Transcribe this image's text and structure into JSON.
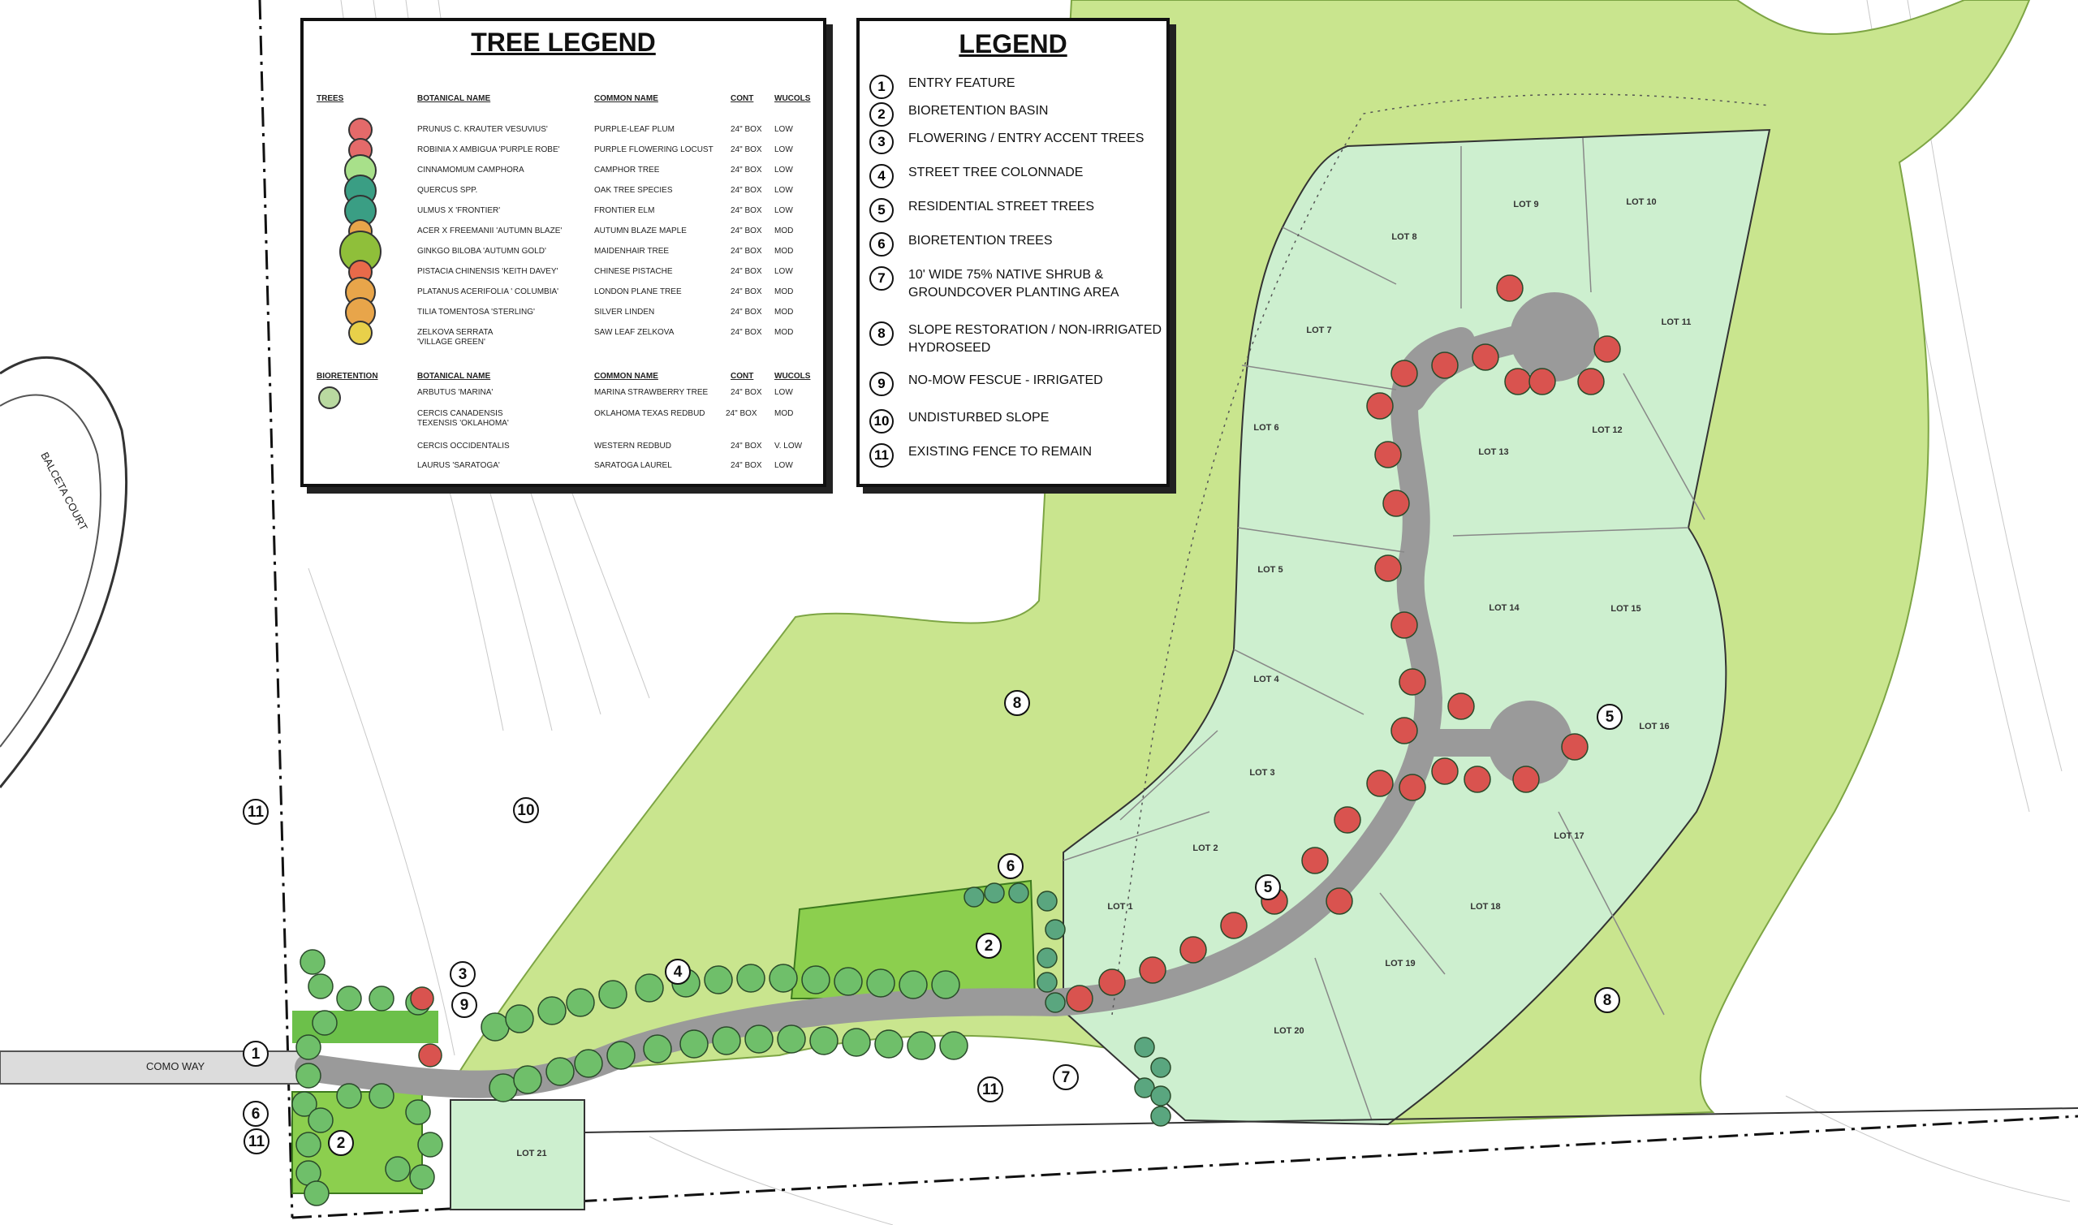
{
  "tree_legend": {
    "title": "TREE LEGEND",
    "headers": {
      "trees": "TREES",
      "botanical": "BOTANICAL NAME",
      "common": "COMMON NAME",
      "cont": "CONT",
      "wucols": "WUCOLS"
    },
    "trees": [
      {
        "botanical": "PRUNUS C. KRAUTER VESUVIUS'",
        "common": "PURPLE-LEAF PLUM",
        "cont": "24\" BOX",
        "wucols": "LOW"
      },
      {
        "botanical": "ROBINIA X AMBIGUA 'PURPLE ROBE'",
        "common": "PURPLE FLOWERING LOCUST",
        "cont": "24\" BOX",
        "wucols": "LOW"
      },
      {
        "botanical": "CINNAMOMUM CAMPHORA",
        "common": "CAMPHOR TREE",
        "cont": "24\" BOX",
        "wucols": "LOW"
      },
      {
        "botanical": "QUERCUS SPP.",
        "common": "OAK TREE SPECIES",
        "cont": "24\" BOX",
        "wucols": "LOW"
      },
      {
        "botanical": "ULMUS X 'FRONTIER'",
        "common": "FRONTIER ELM",
        "cont": "24\" BOX",
        "wucols": "LOW"
      },
      {
        "botanical": "ACER X FREEMANII 'AUTUMN BLAZE'",
        "common": "AUTUMN BLAZE MAPLE",
        "cont": "24\" BOX",
        "wucols": "MOD"
      },
      {
        "botanical": "GINKGO BILOBA 'AUTUMN GOLD'",
        "common": "MAIDENHAIR TREE",
        "cont": "24\" BOX",
        "wucols": "MOD"
      },
      {
        "botanical": "PISTACIA CHINENSIS 'KEITH DAVEY'",
        "common": "CHINESE PISTACHE",
        "cont": "24\" BOX",
        "wucols": "LOW"
      },
      {
        "botanical": "PLATANUS ACERIFOLIA ' COLUMBIA'",
        "common": "LONDON PLANE TREE",
        "cont": "24\" BOX",
        "wucols": "MOD"
      },
      {
        "botanical": "TILIA TOMENTOSA 'STERLING'",
        "common": "SILVER LINDEN",
        "cont": "24\" BOX",
        "wucols": "MOD"
      },
      {
        "botanical": "ZELKOVA SERRATA\n'VILLAGE GREEN'",
        "common": "SAW LEAF ZELKOVA",
        "cont": "24\" BOX",
        "wucols": "MOD"
      }
    ],
    "bio_header": "BIORETENTION",
    "bioretention": [
      {
        "botanical": "ARBUTUS 'MARINA'",
        "common": "MARINA STRAWBERRY TREE",
        "cont": "24\" BOX",
        "wucols": "LOW"
      },
      {
        "botanical": "CERCIS CANADENSIS\nTEXENSIS 'OKLAHOMA'",
        "common": "OKLAHOMA TEXAS REDBUD",
        "cont": "24\" BOX",
        "wucols": "MOD"
      },
      {
        "botanical": "CERCIS OCCIDENTALIS",
        "common": "WESTERN REDBUD",
        "cont": "24\" BOX",
        "wucols": "V. LOW"
      },
      {
        "botanical": "LAURUS 'SARATOGA'",
        "common": "SARATOGA LAUREL",
        "cont": "24\" BOX",
        "wucols": "LOW"
      }
    ]
  },
  "legend": {
    "title": "LEGEND",
    "items": [
      {
        "num": "1",
        "text": "ENTRY FEATURE"
      },
      {
        "num": "2",
        "text": "BIORETENTION BASIN"
      },
      {
        "num": "3",
        "text": "FLOWERING / ENTRY ACCENT TREES"
      },
      {
        "num": "4",
        "text": "STREET TREE COLONNADE"
      },
      {
        "num": "5",
        "text": "RESIDENTIAL STREET TREES"
      },
      {
        "num": "6",
        "text": "BIORETENTION TREES"
      },
      {
        "num": "7",
        "text": "10' WIDE 75% NATIVE SHRUB &\nGROUNDCOVER PLANTING AREA"
      },
      {
        "num": "8",
        "text": "SLOPE RESTORATION / NON-IRRIGATED\nHYDROSEED"
      },
      {
        "num": "9",
        "text": "NO-MOW FESCUE - IRRIGATED"
      },
      {
        "num": "10",
        "text": "UNDISTURBED SLOPE"
      },
      {
        "num": "11",
        "text": "EXISTING FENCE TO REMAIN"
      }
    ]
  },
  "map": {
    "street_como": "COMO WAY",
    "street_balceta": "BALCETA COURT",
    "lots": [
      "LOT 1",
      "LOT 2",
      "LOT 3",
      "LOT 4",
      "LOT 5",
      "LOT 6",
      "LOT 7",
      "LOT 8",
      "LOT 9",
      "LOT 10",
      "LOT 11",
      "LOT 12",
      "LOT 13",
      "LOT 14",
      "LOT 15",
      "LOT 16",
      "LOT 17",
      "LOT 18",
      "LOT 19",
      "LOT 20",
      "LOT 21"
    ],
    "callouts": [
      "1",
      "2",
      "3",
      "4",
      "5",
      "6",
      "7",
      "8",
      "9",
      "10",
      "11"
    ],
    "colors": {
      "slope": "#c6e48a",
      "lot": "#cdefcf",
      "road": "#9a9a9a",
      "bio": "#8ccf4e",
      "tree_green": "#6fbf6a",
      "tree_red": "#d9534f"
    }
  }
}
